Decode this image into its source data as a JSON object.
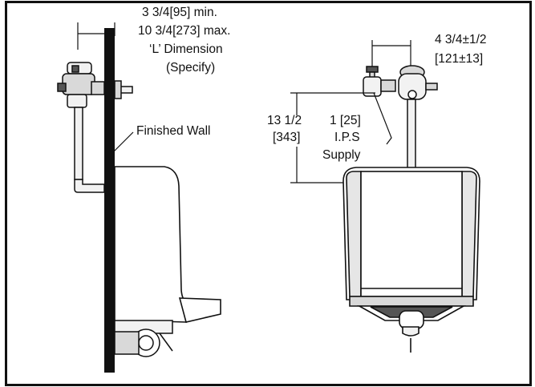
{
  "labels": {
    "l_dim_min": "3 3/4[95] min.",
    "l_dim_max": "10 3/4[273] max.",
    "l_dim_name": "‘L’ Dimension",
    "l_dim_specify": "(Specify)",
    "finished_wall": "Finished Wall",
    "offset_line1": "4 3/4±1/2",
    "offset_line2": "[121±13]",
    "height_line1": "13 1/2",
    "height_line2": "[343]",
    "supply_line1": "1 [25]",
    "supply_line2": "I.P.S",
    "supply_line3": "Supply"
  },
  "colors": {
    "ink": "#111111",
    "fill_light": "#f2f2f2",
    "fill_mid": "#d9d9d9",
    "fill_dark": "#555555",
    "background": "#ffffff"
  }
}
